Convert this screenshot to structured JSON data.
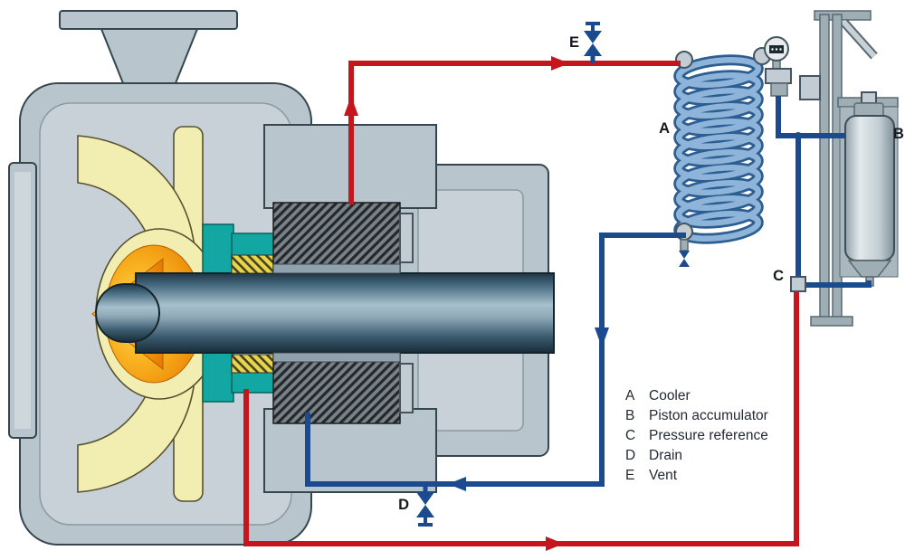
{
  "callouts": {
    "vent": "E",
    "cooler": "A",
    "accumulator": "B",
    "pressure_reference": "C",
    "drain": "D"
  },
  "legend": {
    "items": [
      {
        "key": "A",
        "label": "Cooler"
      },
      {
        "key": "B",
        "label": "Piston accumulator"
      },
      {
        "key": "C",
        "label": "Pressure reference"
      },
      {
        "key": "D",
        "label": "Drain"
      },
      {
        "key": "E",
        "label": "Vent"
      }
    ]
  },
  "colors": {
    "hot_line": "#c4161c",
    "cool_line": "#1b4a8f",
    "coil_blue": "#8fb4da",
    "seal_chamber_teal": "#12a7a2",
    "impeller_yellow": "#f2eeb2",
    "hub_orange": "#f9a21b",
    "casing_gray": "#b9c5cd"
  }
}
